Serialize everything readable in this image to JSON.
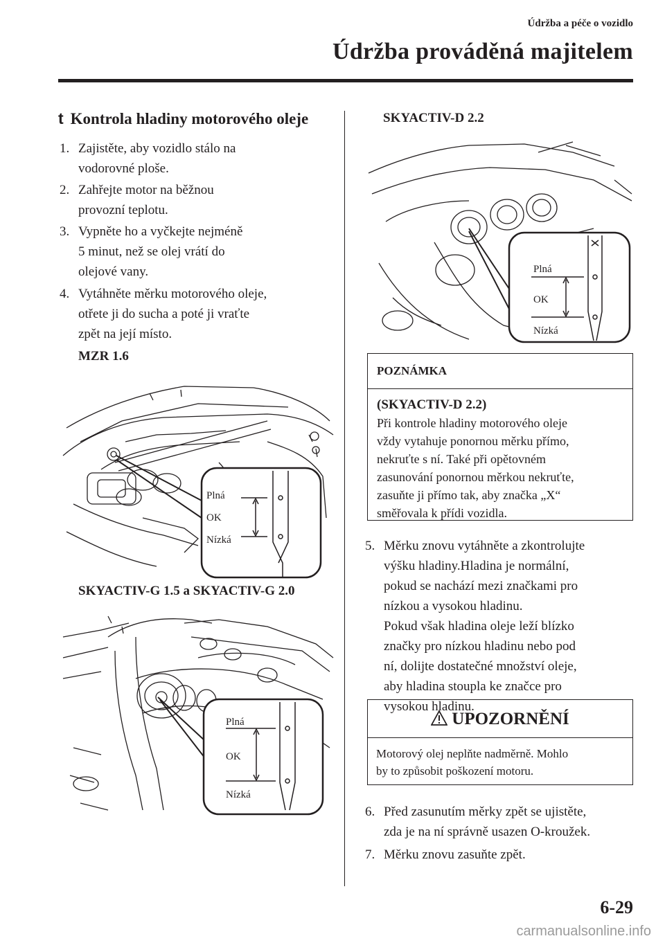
{
  "header": {
    "chapter": "Údržba a péče o vozidlo",
    "section": "Údržba prováděná majitelem"
  },
  "section_bullet": "t",
  "section_title": "Kontrola hladiny motorového oleje",
  "steps_left": [
    {
      "num": "1.",
      "lines": [
        "Zajistěte, aby vozidlo stálo na",
        "vodorovné ploše."
      ]
    },
    {
      "num": "2.",
      "lines": [
        "Zahřejte motor na běžnou",
        "provozní teplotu."
      ]
    },
    {
      "num": "3.",
      "lines": [
        "Vypněte ho a vyčkejte nejméně",
        "5 minut, než se olej vrátí do",
        "olejové vany."
      ]
    },
    {
      "num": "4.",
      "lines": [
        "Vytáhněte měrku motorového oleje,",
        "otřete ji do sucha a poté ji vraťte",
        "zpět na její místo."
      ]
    }
  ],
  "figures": {
    "mzr": {
      "caption": "MZR 1.6",
      "full": "Plná",
      "ok": "OK",
      "low": "Nízká"
    },
    "skyg": {
      "caption": "SKYACTIV-G 1.5 a SKYACTIV-G 2.0",
      "full": "Plná",
      "ok": "OK",
      "low": "Nízká"
    },
    "skyd": {
      "caption": "SKYACTIV-D 2.2",
      "full": "Plná",
      "ok": "OK",
      "low": "Nízká"
    }
  },
  "note": {
    "heading": "POZNÁMKA",
    "subheading": "(SKYACTIV-D 2.2)",
    "lines": [
      "Při kontrole hladiny motorového oleje",
      "vždy vytahuje ponornou měrku přímo,",
      "nekruťte s ní. Také při opětovném",
      "zasunování ponornou měrkou nekruťte,",
      "zasuňte ji přímo tak, aby značka „X“",
      "směřovala k přídi vozidla."
    ]
  },
  "step5": {
    "num": "5.",
    "lines": [
      "Měrku znovu vytáhněte a zkontrolujte",
      "výšku hladiny.Hladina je normální,",
      "pokud se nachází mezi značkami pro",
      "nízkou a vysokou hladinu.",
      "Pokud však hladina oleje leží blízko",
      "značky pro nízkou hladinu nebo pod",
      "ní, dolijte dostatečné množství oleje,",
      "aby hladina stoupla ke značce pro",
      "vysokou hladinu."
    ]
  },
  "warning": {
    "heading": "UPOZORNĚNÍ",
    "lines": [
      "Motorový olej neplňte nadměrně. Mohlo",
      "by to způsobit poškození motoru."
    ]
  },
  "steps_right": [
    {
      "num": "6.",
      "lines": [
        "Před zasunutím měrky zpět se ujistěte,",
        "zda je na ní správně usazen O-kroužek."
      ]
    },
    {
      "num": "7.",
      "lines": [
        "Měrku znovu zasuňte zpět."
      ]
    }
  ],
  "page_number": "6-29",
  "watermark": "carmanualsonline.info",
  "icons": {
    "warning": "warning-triangle-icon"
  }
}
